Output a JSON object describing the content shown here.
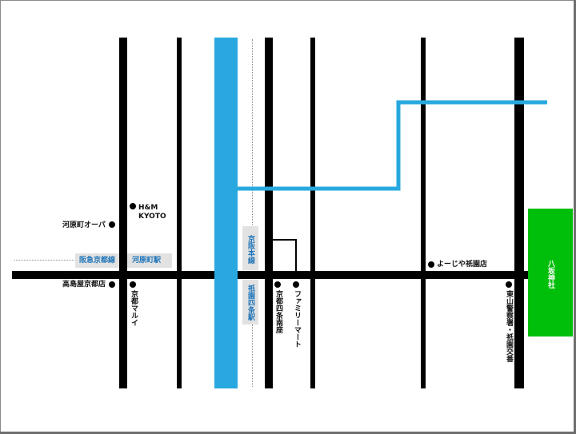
{
  "map": {
    "landmarks": {
      "hm": "H&M",
      "hm_city": "KYOTO",
      "kawaramachi_opa": "河原町オーパ",
      "takashimaya": "高島屋京都店",
      "kyoto_marui": "京都マルイ",
      "minamiza": "京都四条南座",
      "familymart": "ファミリーマート",
      "yojiya": "よーじや祇園店",
      "higashiyama": "東山警察署・祇園交番",
      "yasaka": "八坂神社"
    },
    "rail": {
      "hankyu_line": "阪急京都線",
      "kawaramachi_station": "河原町駅",
      "keihan_line": "京阪本線",
      "gion_shijo_station": "祇園四条駅"
    },
    "colors": {
      "roads": "#000000",
      "river": "#29a8e0",
      "shrine": "#00bf0a",
      "label_tag": "#e2e2e2",
      "rail_text": "#1e74b8"
    }
  }
}
